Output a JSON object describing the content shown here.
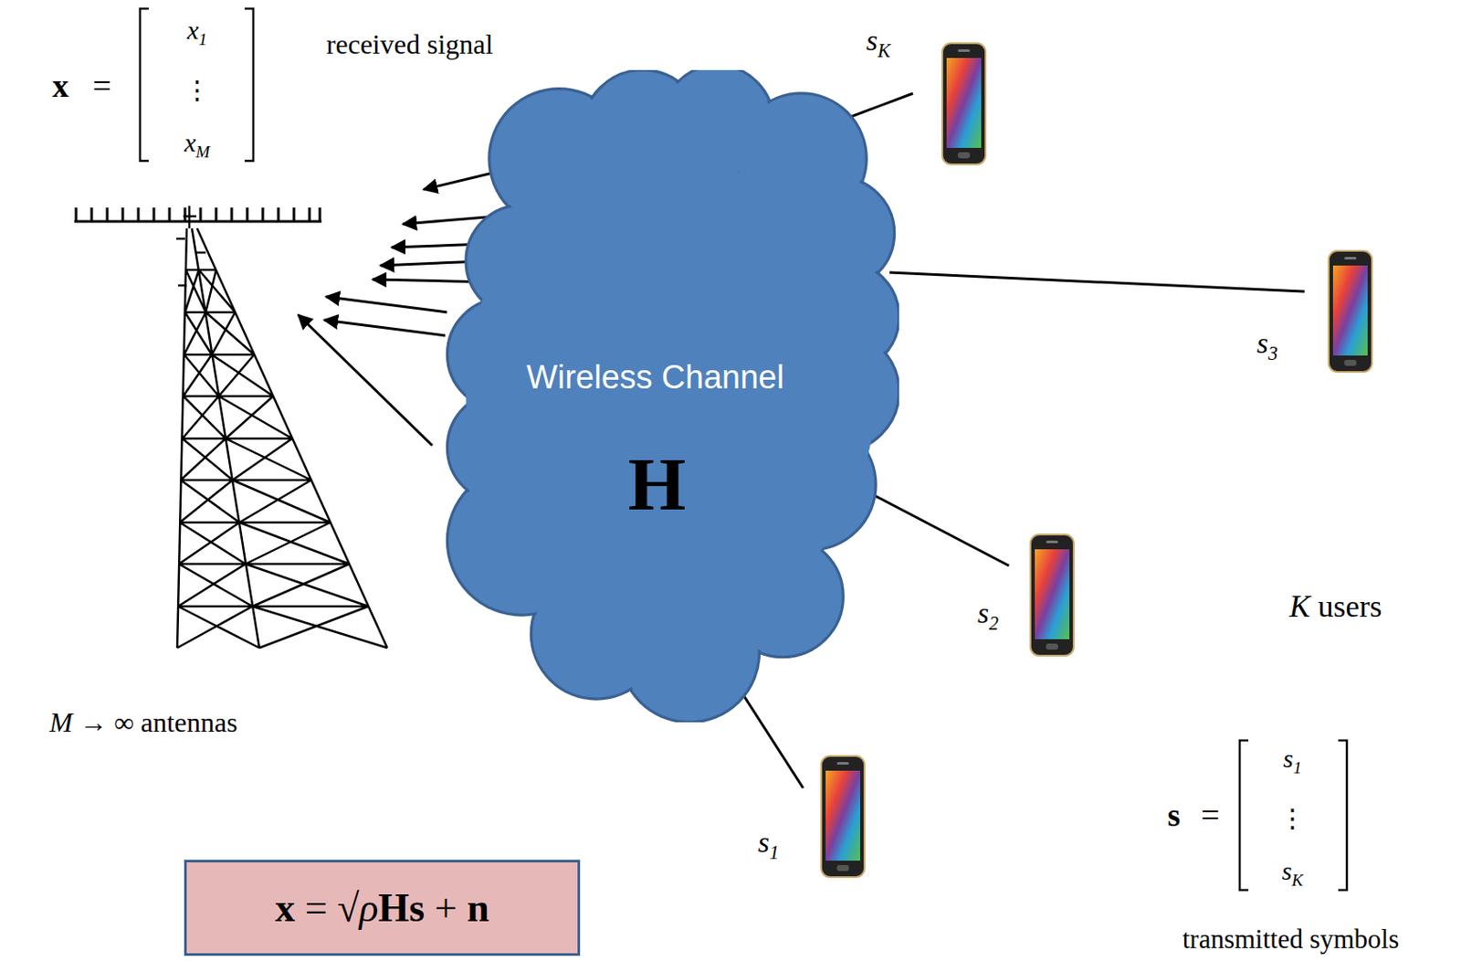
{
  "diagram": {
    "nodes": [
      {
        "text": [
          "Wireless Channel",
          "H"
        ]
      },
      {
        "text": [
          "sK"
        ]
      },
      {
        "text": [
          "s3"
        ]
      },
      {
        "text": [
          "s2"
        ]
      },
      {
        "text": [
          "s1"
        ]
      },
      {
        "text": [
          "M → ∞ antennas"
        ]
      },
      {
        "text": [
          "x = √ρHs + n"
        ]
      }
    ],
    "edges": [
      {
        "from": 1,
        "to": 0,
        "arrow": "none"
      },
      {
        "from": 2,
        "to": 0,
        "arrow": "none"
      },
      {
        "from": 3,
        "to": 0,
        "arrow": "none"
      },
      {
        "from": 4,
        "to": 0,
        "arrow": "none"
      },
      {
        "from": 0,
        "to": 5,
        "arrow": "to"
      },
      {
        "from": 0,
        "to": 5,
        "arrow": "to"
      },
      {
        "from": 0,
        "to": 5,
        "arrow": "to"
      },
      {
        "from": 0,
        "to": 5,
        "arrow": "to"
      },
      {
        "from": 0,
        "to": 5,
        "arrow": "to"
      },
      {
        "from": 0,
        "to": 5,
        "arrow": "to"
      },
      {
        "from": 0,
        "to": 5,
        "arrow": "to"
      },
      {
        "from": 0,
        "to": 5,
        "arrow": "to"
      }
    ],
    "labels": [
      "x",
      "=",
      "x1",
      "⋮",
      "xM",
      "received signal",
      "K users",
      "s",
      "=",
      "s1",
      "⋮",
      "sK",
      "transmitted symbols"
    ]
  }
}
